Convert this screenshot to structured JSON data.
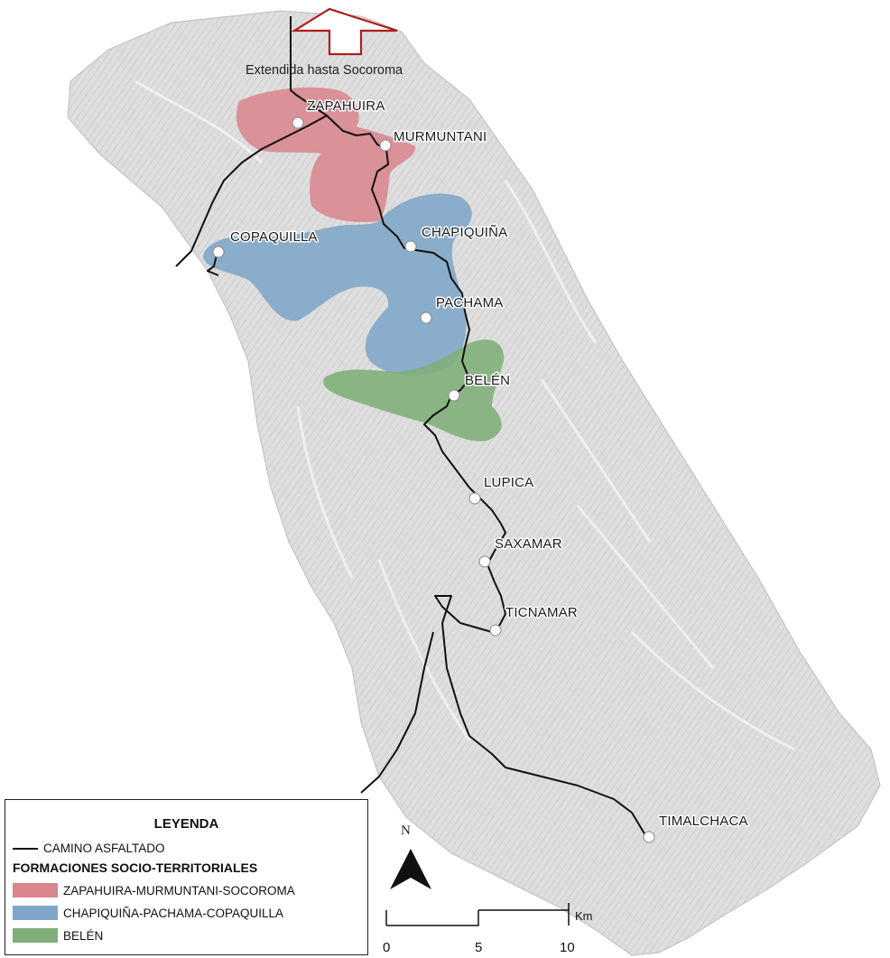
{
  "map": {
    "extension_note": "Extendida hasta Socoroma",
    "places": [
      {
        "id": "zapahuira",
        "name": "ZAPAHUIRA"
      },
      {
        "id": "murmuntani",
        "name": "MURMUNTANI"
      },
      {
        "id": "copaquilla",
        "name": "COPAQUILLA"
      },
      {
        "id": "chapiquina",
        "name": "CHAPIQUIÑA"
      },
      {
        "id": "pachama",
        "name": "PACHAMA"
      },
      {
        "id": "belen",
        "name": "BELÉN"
      },
      {
        "id": "lupica",
        "name": "LUPICA"
      },
      {
        "id": "saxamar",
        "name": "SAXAMAR"
      },
      {
        "id": "ticnamar",
        "name": "TICNAMAR"
      },
      {
        "id": "timalchaca",
        "name": "TIMALCHACA"
      }
    ],
    "colors": {
      "zapahuira_zone": "#d9868e",
      "chapiquina_zone": "#7ea6c8",
      "belen_zone": "#7fae78",
      "road": "#111111",
      "arrow": "#b01c1c",
      "terrain": "#dcdcdc"
    }
  },
  "legend": {
    "title": "LEYENDA",
    "road_label": "CAMINO ASFALTADO",
    "formations_title": "FORMACIONES SOCIO-TERRITORIALES",
    "items": [
      {
        "label": "ZAPAHUIRA-MURMUNTANI-SOCOROMA",
        "color": "#d9868e"
      },
      {
        "label": "CHAPIQUIÑA-PACHAMA-COPAQUILLA",
        "color": "#7ea6c8"
      },
      {
        "label": "BELÉN",
        "color": "#7fae78"
      }
    ]
  },
  "north_arrow": {
    "letter": "N"
  },
  "scale_bar": {
    "ticks": [
      "0",
      "5",
      "10"
    ],
    "unit": "Km"
  }
}
